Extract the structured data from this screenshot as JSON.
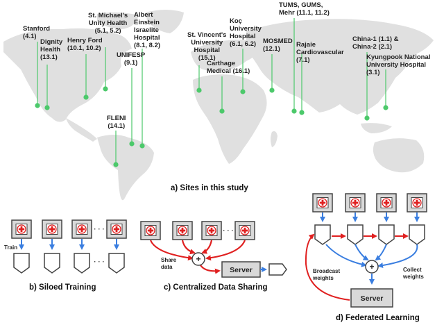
{
  "sites": [
    {
      "id": "stanford",
      "label": "Stanford\n(4.1)"
    },
    {
      "id": "dignity",
      "label": "Dignity\nHealth\n(13.1)"
    },
    {
      "id": "henry-ford",
      "label": "Henry Ford\n(10.1, 10.2)"
    },
    {
      "id": "st-michaels",
      "label": "St. Michael's\nUnity Health\n(5.1, 5.2)"
    },
    {
      "id": "albert-einstein",
      "label": "Albert\nEinstein\nIsraelite\nHospital\n(8.1, 8.2)"
    },
    {
      "id": "unifesp",
      "label": "UNIFESP\n(9.1)"
    },
    {
      "id": "fleni",
      "label": "FLENI\n(14.1)"
    },
    {
      "id": "st-vincents",
      "label": "St. Vincent's\nUniversity\nHospital\n(15.1)"
    },
    {
      "id": "carthage",
      "label": "Carthage\nMedical (16.1)"
    },
    {
      "id": "koc",
      "label": "Koç\nUniversity\nHospital\n(6.1, 6.2)"
    },
    {
      "id": "mosmed",
      "label": "MOSMED\n(12.1)"
    },
    {
      "id": "tums",
      "label": "TUMS, GUMS,\nMehr (11.1, 11.2)"
    },
    {
      "id": "rajaie",
      "label": "Rajaie\nCardiovascular\n(7.1)"
    },
    {
      "id": "china",
      "label": "China-1 (1.1) &\nChina-2 (2.1)"
    },
    {
      "id": "kyungpook",
      "label": "Kyungpook National\nUniversity Hospital\n(3.1)"
    }
  ],
  "captions": {
    "a": "a) Sites in this study",
    "b": "b) Siloed Training",
    "c": "c) Centralized Data Sharing",
    "d": "d) Federated Learning"
  },
  "annotations": {
    "train": "Train",
    "share_data": "Share\ndata",
    "broadcast_weights": "Broadcast\nweights",
    "collect_weights": "Collect\nweights",
    "server": "Server",
    "sum_symbol": "+",
    "ellipsis": "· · ·"
  },
  "colors": {
    "site_marker": "#4cc96b",
    "map_land": "#e0e0e0",
    "hospital_cross": "#e02020",
    "share_arrow": "#e02020",
    "train_arrow": "#3a7ee0",
    "node_fill": "#ffffff",
    "node_stroke": "#444444",
    "box_fill": "#d9d9d9"
  },
  "icons": {
    "hospital": "hospital-cross-icon",
    "model": "model-pentagon-icon",
    "aggregator": "sum-circle-icon"
  }
}
